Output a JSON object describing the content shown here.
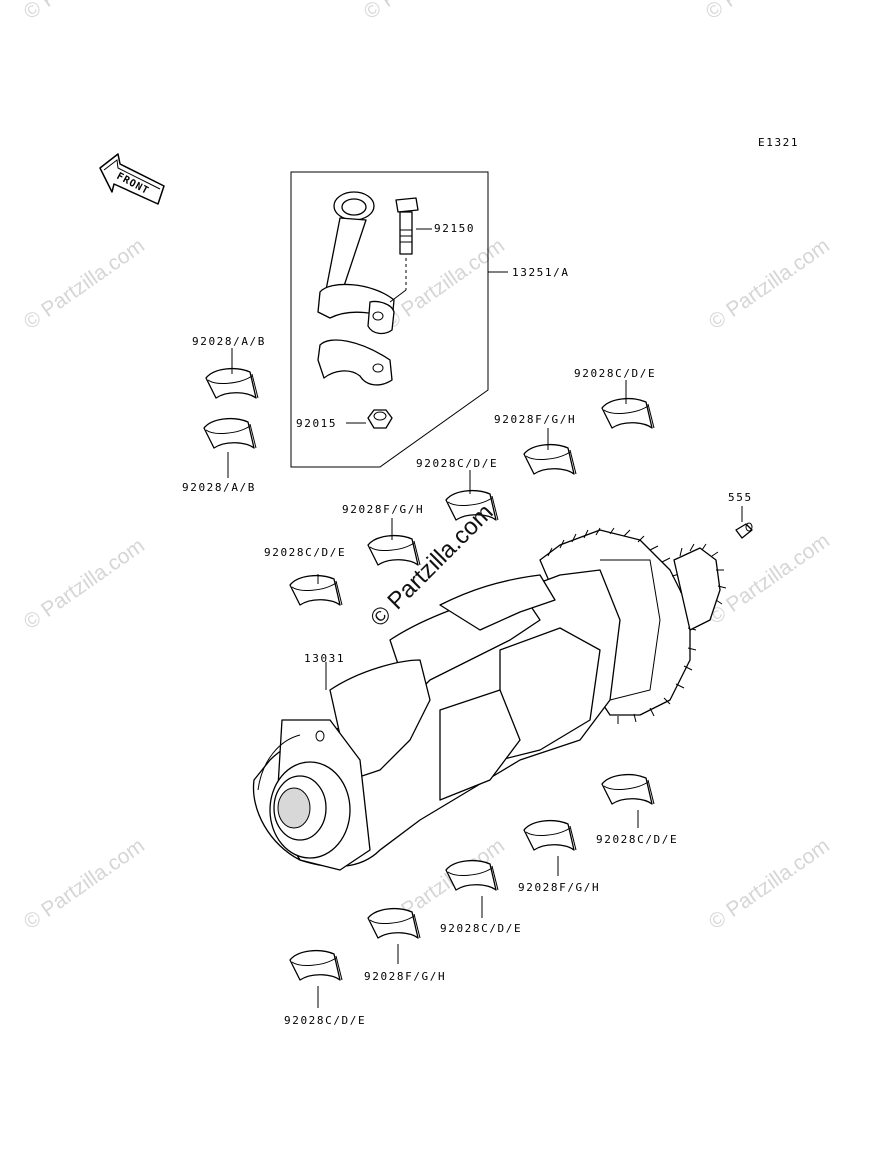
{
  "diagram_code": "E1321",
  "front_label": "FRONT",
  "watermark_text": "© Partzilla.com",
  "center_watermark_text": "© Partzilla.com",
  "parts": [
    {
      "id": "p-92150",
      "number": "92150"
    },
    {
      "id": "p-13251",
      "number": "13251/A"
    },
    {
      "id": "p-92015",
      "number": "92015"
    },
    {
      "id": "p-92028ab-top",
      "number": "92028/A/B"
    },
    {
      "id": "p-92028ab-bottom",
      "number": "92028/A/B"
    },
    {
      "id": "p-92028cde-r1",
      "number": "92028C/D/E"
    },
    {
      "id": "p-92028fgh-r2",
      "number": "92028F/G/H"
    },
    {
      "id": "p-92028cde-r3",
      "number": "92028C/D/E"
    },
    {
      "id": "p-92028fgh-r4",
      "number": "92028F/G/H"
    },
    {
      "id": "p-92028cde-r5",
      "number": "92028C/D/E"
    },
    {
      "id": "p-555",
      "number": "555"
    },
    {
      "id": "p-13031",
      "number": "13031"
    },
    {
      "id": "p-92028cde-l1",
      "number": "92028C/D/E"
    },
    {
      "id": "p-92028fgh-l2",
      "number": "92028F/G/H"
    },
    {
      "id": "p-92028cde-l3",
      "number": "92028C/D/E"
    },
    {
      "id": "p-92028fgh-l4",
      "number": "92028F/G/H"
    },
    {
      "id": "p-92028cde-l5",
      "number": "92028C/D/E"
    }
  ]
}
